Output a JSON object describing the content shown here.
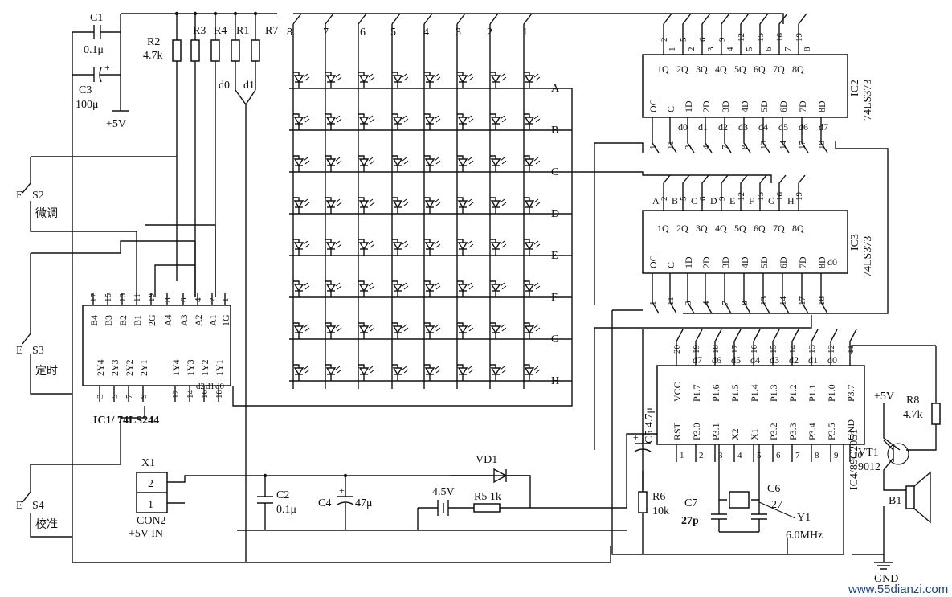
{
  "matrix": {
    "columns": [
      "8",
      "7",
      "6",
      "5",
      "4",
      "3",
      "2",
      "1"
    ],
    "rows": [
      "A",
      "B",
      "C",
      "D",
      "E",
      "F",
      "G",
      "H"
    ]
  },
  "ic1": {
    "label": "IC1/ 74LS244",
    "pins_top": [
      "B4",
      "B3",
      "B2",
      "B1",
      "2G",
      "A4",
      "A3",
      "A2",
      "A1",
      "1G"
    ],
    "pin_nums_top": [
      "17",
      "15",
      "13",
      "11",
      "19",
      "8",
      "6",
      "4",
      "2",
      "1"
    ],
    "pins_bottom": [
      "2Y4",
      "2Y3",
      "2Y2",
      "2Y1",
      "1Y4",
      "1Y3",
      "1Y2",
      "1Y1"
    ],
    "pin_nums_bottom": [
      "3",
      "5",
      "7",
      "9",
      "12",
      "14",
      "16",
      "18"
    ],
    "bottom_data": [
      "d2",
      "d1",
      "d0"
    ]
  },
  "ic2": {
    "label": "IC2",
    "part": "74LS373",
    "top_nums": [
      "2",
      "5",
      "6",
      "9",
      "12",
      "15",
      "16",
      "19"
    ],
    "top_sub": [
      "1",
      "2",
      "3",
      "4",
      "5",
      "6",
      "7",
      "8"
    ],
    "outputs": [
      "1Q",
      "2Q",
      "3Q",
      "4Q",
      "5Q",
      "6Q",
      "7Q",
      "8Q"
    ],
    "inputs": [
      "OC",
      "C",
      "1D",
      "2D",
      "3D",
      "4D",
      "5D",
      "6D",
      "7D",
      "8D"
    ],
    "bus": [
      "d0",
      "d1",
      "d2",
      "d3",
      "d4",
      "d5",
      "d6",
      "d7"
    ],
    "bottom_nums": [
      "1",
      "11",
      "3",
      "4",
      "7",
      "8",
      "13",
      "14",
      "17",
      "18"
    ]
  },
  "ic3": {
    "label": "IC3",
    "part": "74LS373",
    "top_letters": [
      "A",
      "B",
      "C",
      "D",
      "E",
      "F",
      "G",
      "H"
    ],
    "top_nums": [
      "2",
      "5",
      "6",
      "9",
      "12",
      "15",
      "16",
      "19"
    ],
    "outputs": [
      "1Q",
      "2Q",
      "3Q",
      "4Q",
      "5Q",
      "6Q",
      "7Q",
      "8Q"
    ],
    "inputs": [
      "OC",
      "C",
      "1D",
      "2D",
      "3D",
      "4D",
      "5D",
      "6D",
      "7D",
      "8D"
    ],
    "d0": "d0",
    "bottom_nums": [
      "1",
      "11",
      "3",
      "4",
      "7",
      "8",
      "13",
      "14",
      "17",
      "18"
    ]
  },
  "ic4": {
    "label": "IC4/89C2051",
    "top_nums": [
      "20",
      "19",
      "18",
      "17",
      "16",
      "15",
      "14",
      "13",
      "12",
      "11"
    ],
    "top_bus": [
      "d7",
      "d6",
      "d5",
      "d4",
      "d3",
      "d2",
      "d1",
      "d0"
    ],
    "pins_top": [
      "VCC",
      "P1.7",
      "P1.6",
      "P1.5",
      "P1.4",
      "P1.3",
      "P1.2",
      "P1.1",
      "P1.0",
      "P3.7"
    ],
    "pins_bottom": [
      "RST",
      "P3.0",
      "P3.1",
      "X2",
      "X1",
      "P3.2",
      "P3.3",
      "P3.4",
      "P3.5",
      "GND"
    ],
    "bottom_nums": [
      "1",
      "2",
      "3",
      "4",
      "5",
      "6",
      "7",
      "8",
      "9",
      "10"
    ]
  },
  "parts": {
    "c1": "C1",
    "c1_val": "0.1μ",
    "c3": "C3",
    "c3_val": "100μ",
    "vcc": "+5V",
    "r2": "R2",
    "r2_val": "4.7k",
    "r3": "R3",
    "r4": "R4",
    "r1": "R1",
    "r7": "R7",
    "d0": "d0",
    "d1": "d1",
    "s2": "S2",
    "s2_cn": "微调",
    "s3": "S3",
    "s3_cn": "定时",
    "s4": "S4",
    "s4_cn": "校准",
    "x1": "X1",
    "x1_p2": "2",
    "x1_p1": "1",
    "con2": "CON2",
    "con2_in": "+5V IN",
    "c2": "C2",
    "c2_val": "0.1μ",
    "c4": "C4",
    "c4_val": "47μ",
    "bat": "4.5V",
    "vd1": "VD1",
    "r5": "R5 1k",
    "c5": "C5 4.7μ",
    "r6": "R6",
    "r6_val": "10k",
    "c7": "C7",
    "c7_val": "27p",
    "c6": "C6",
    "c6_val": "27",
    "y1": "Y1",
    "y1_val": "6.0MHz",
    "vplus": "+5V",
    "r8": "R8",
    "r8_val": "4.7k",
    "vt1": "VT1",
    "vt1_val": "9012",
    "b1": "B1",
    "gnd": "GND"
  },
  "watermark": "www.55dianzi.com"
}
